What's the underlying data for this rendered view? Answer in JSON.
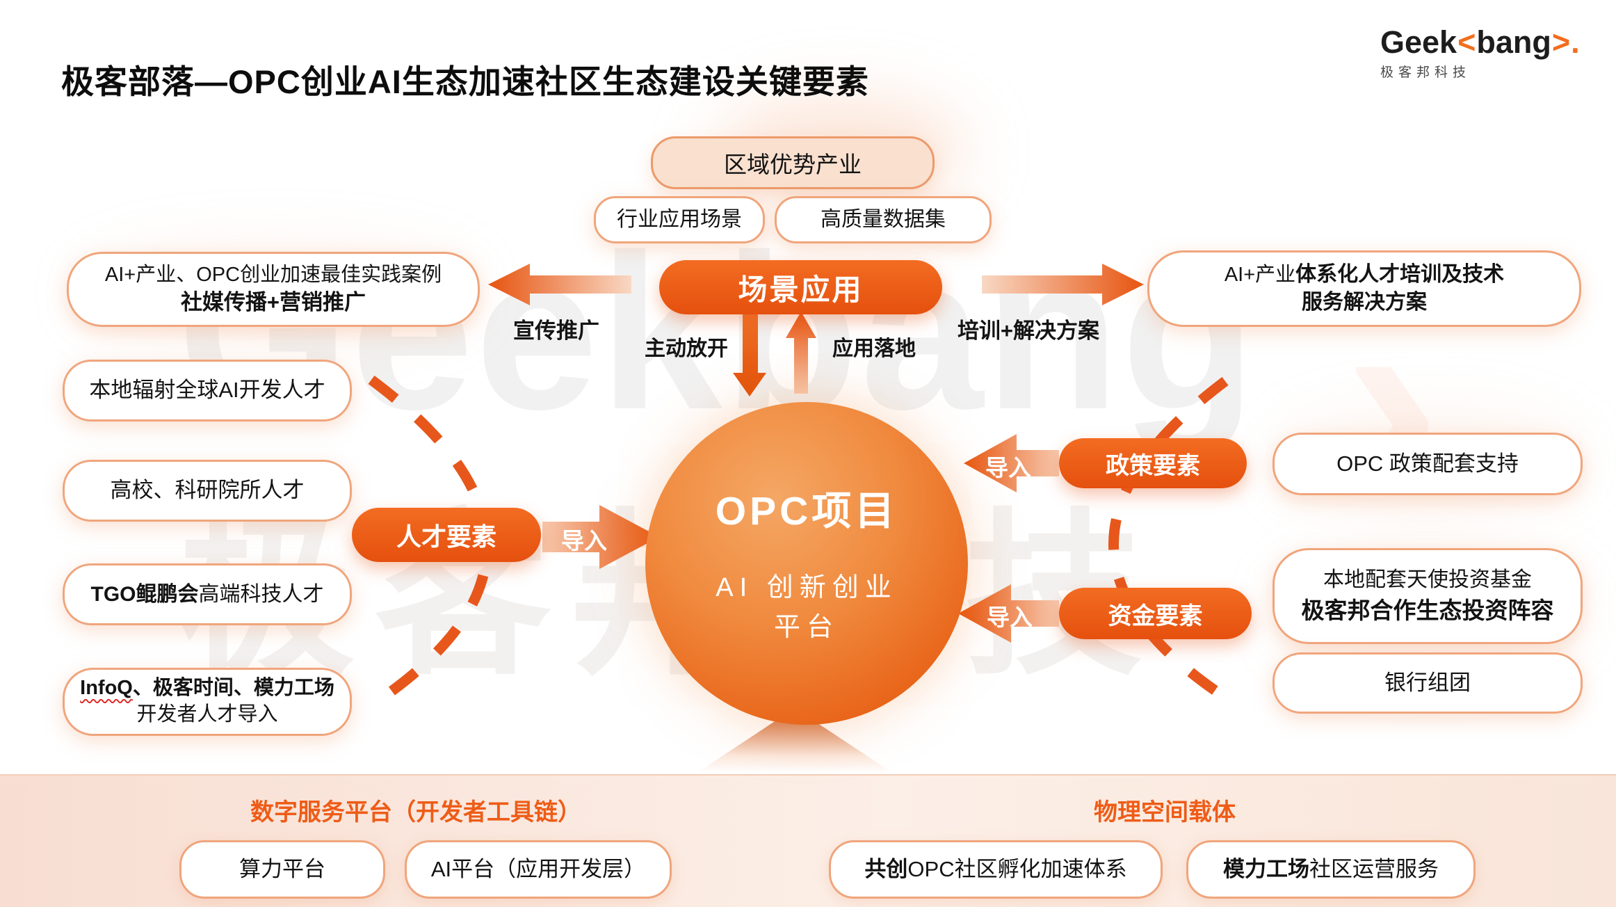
{
  "colors": {
    "accent": "#ea5a1a",
    "box_border": "#f0a57c",
    "heading_orange": "#ee5c17",
    "circle_orange": "#e86318",
    "soft_pill_bg": "#f9e0cf"
  },
  "header": {
    "title": "极客部落—OPC创业AI生态加速社区生态建设关键要素",
    "logo": {
      "part1": "Geek",
      "chevron_left": "<",
      "part2": "bang",
      "chevron_right": ">",
      "dot": ".",
      "subtitle": "极客邦科技"
    }
  },
  "watermark": {
    "latin": "Geekbang",
    "cn": "极客邦科技",
    "chevron": "›"
  },
  "scene": {
    "top_pill": "区域优势产业",
    "left_pill": "行业应用场景",
    "right_pill": "高质量数据集",
    "hub": "场景应用",
    "promo_label": "宣传推广",
    "training_label": "培训+解决方案",
    "open_label": "主动放开",
    "landing_label": "应用落地"
  },
  "left_branch": {
    "result_line1": "AI+产业、OPC创业加速最佳实践案例",
    "result_line2": "社媒传播+营销推广",
    "pill": "人才要素",
    "import_label": "导入",
    "items": [
      {
        "text": "本地辐射全球AI开发人才"
      },
      {
        "text": "高校、科研院所人才"
      },
      {
        "bold": "TGO鲲鹏会",
        "rest": "高端科技人才"
      },
      {
        "line1_a": "InfoQ",
        "line1_b": "、极客时间、模力工场",
        "line2": "开发者人才导入"
      }
    ]
  },
  "center": {
    "title": "OPC项目",
    "subtitle1": "AI 创新创业",
    "subtitle2": "平台"
  },
  "right_branch": {
    "result_line1_regular": "AI+产业",
    "result_line1_bold": "体系化人才培训及技术",
    "result_line2": "服务解决方案",
    "policy_pill": "政策要素",
    "policy_import_label": "导入",
    "policy_box": "OPC 政策配套支持",
    "fund_pill": "资金要素",
    "fund_import_label": "导入",
    "fund_box_line1": "本地配套天使投资基金",
    "fund_box_line2": "极客邦合作生态投资阵容",
    "bank_box": "银行组团"
  },
  "bottom": {
    "digital": {
      "heading": "数字服务平台（开发者工具链）",
      "box1": "算力平台",
      "box2": "AI平台（应用开发层）"
    },
    "physical": {
      "heading": "物理空间载体",
      "box1_bold": "共创",
      "box1_rest": "OPC社区孵化加速体系",
      "box2_bold": "模力工场",
      "box2_rest": "社区运营服务"
    }
  }
}
